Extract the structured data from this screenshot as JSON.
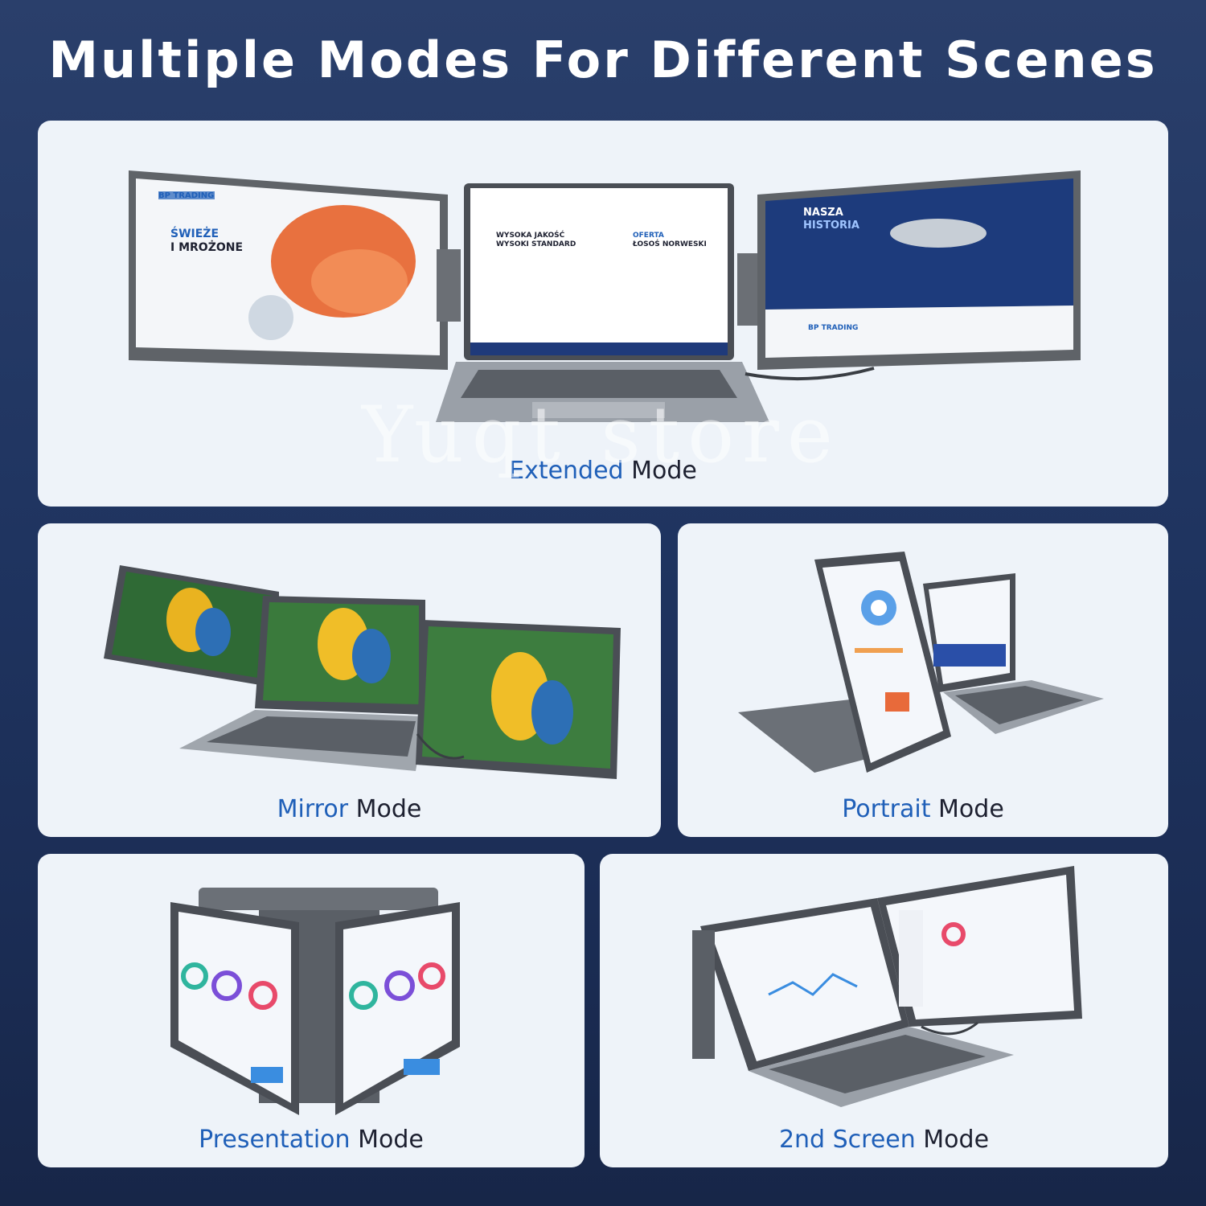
{
  "header": {
    "title": "Multiple Modes For Different Scenes"
  },
  "watermark": "Yuqt store",
  "modes": [
    {
      "accent": "Extended",
      "suffix": " Mode"
    },
    {
      "accent": "Mirror",
      "suffix": " Mode"
    },
    {
      "accent": "Portrait",
      "suffix": " Mode"
    },
    {
      "accent": "Presentation",
      "suffix": " Mode"
    },
    {
      "accent": "2nd Screen",
      "suffix": " Mode"
    }
  ],
  "screens": {
    "left": {
      "brand": "BP TRADING",
      "headline_1": "ŚWIEŻE",
      "headline_2": "I MROŻONE"
    },
    "center": {
      "heading_1": "WYSOKA JAKOŚĆ",
      "heading_2": "WYSOKI STANDARD",
      "heading_3": "OFERTA",
      "heading_4": "ŁOSOŚ NORWESKI"
    },
    "right": {
      "headline_1": "NASZA",
      "headline_2": "HISTORIA",
      "brand": "BP TRADING"
    }
  },
  "colors": {
    "accent": "#1f5fb8",
    "card": "#eef3f9",
    "background": "#1f3460"
  }
}
